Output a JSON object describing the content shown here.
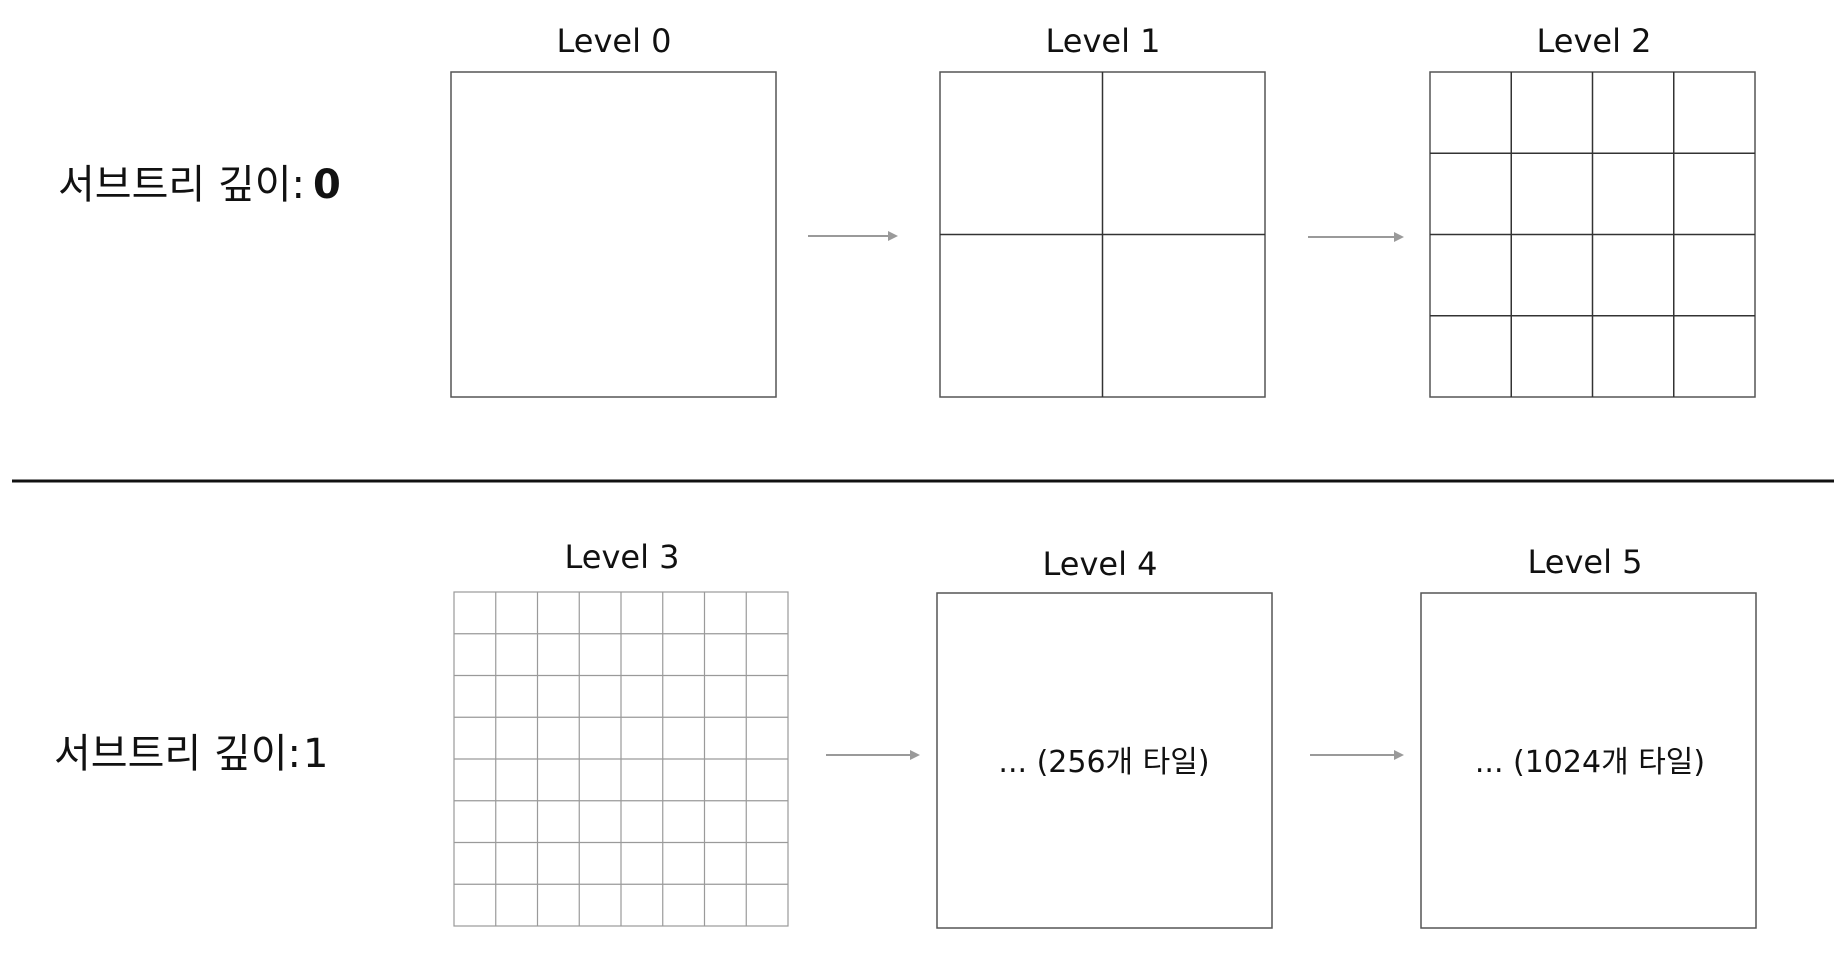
{
  "rows": [
    {
      "label": "서브트리 깊이:",
      "depth": "0",
      "levels": [
        {
          "title": "Level 0",
          "grid": 1,
          "note": ""
        },
        {
          "title": "Level 1",
          "grid": 2,
          "note": ""
        },
        {
          "title": "Level 2",
          "grid": 4,
          "note": ""
        }
      ]
    },
    {
      "label": "서브트리 깊이:",
      "depth": "1",
      "levels": [
        {
          "title": "Level 3",
          "grid": 8,
          "note": ""
        },
        {
          "title": "Level 4",
          "grid": 1,
          "note": "... (256개 타일)"
        },
        {
          "title": "Level 5",
          "grid": 1,
          "note": "... (1024개 타일)"
        }
      ]
    }
  ],
  "colors": {
    "frame": "#555555",
    "grid_line": "#333333",
    "fine_grid_line": "#9a9a9a",
    "arrow": "#9a9a9a",
    "divider": "#111111"
  }
}
